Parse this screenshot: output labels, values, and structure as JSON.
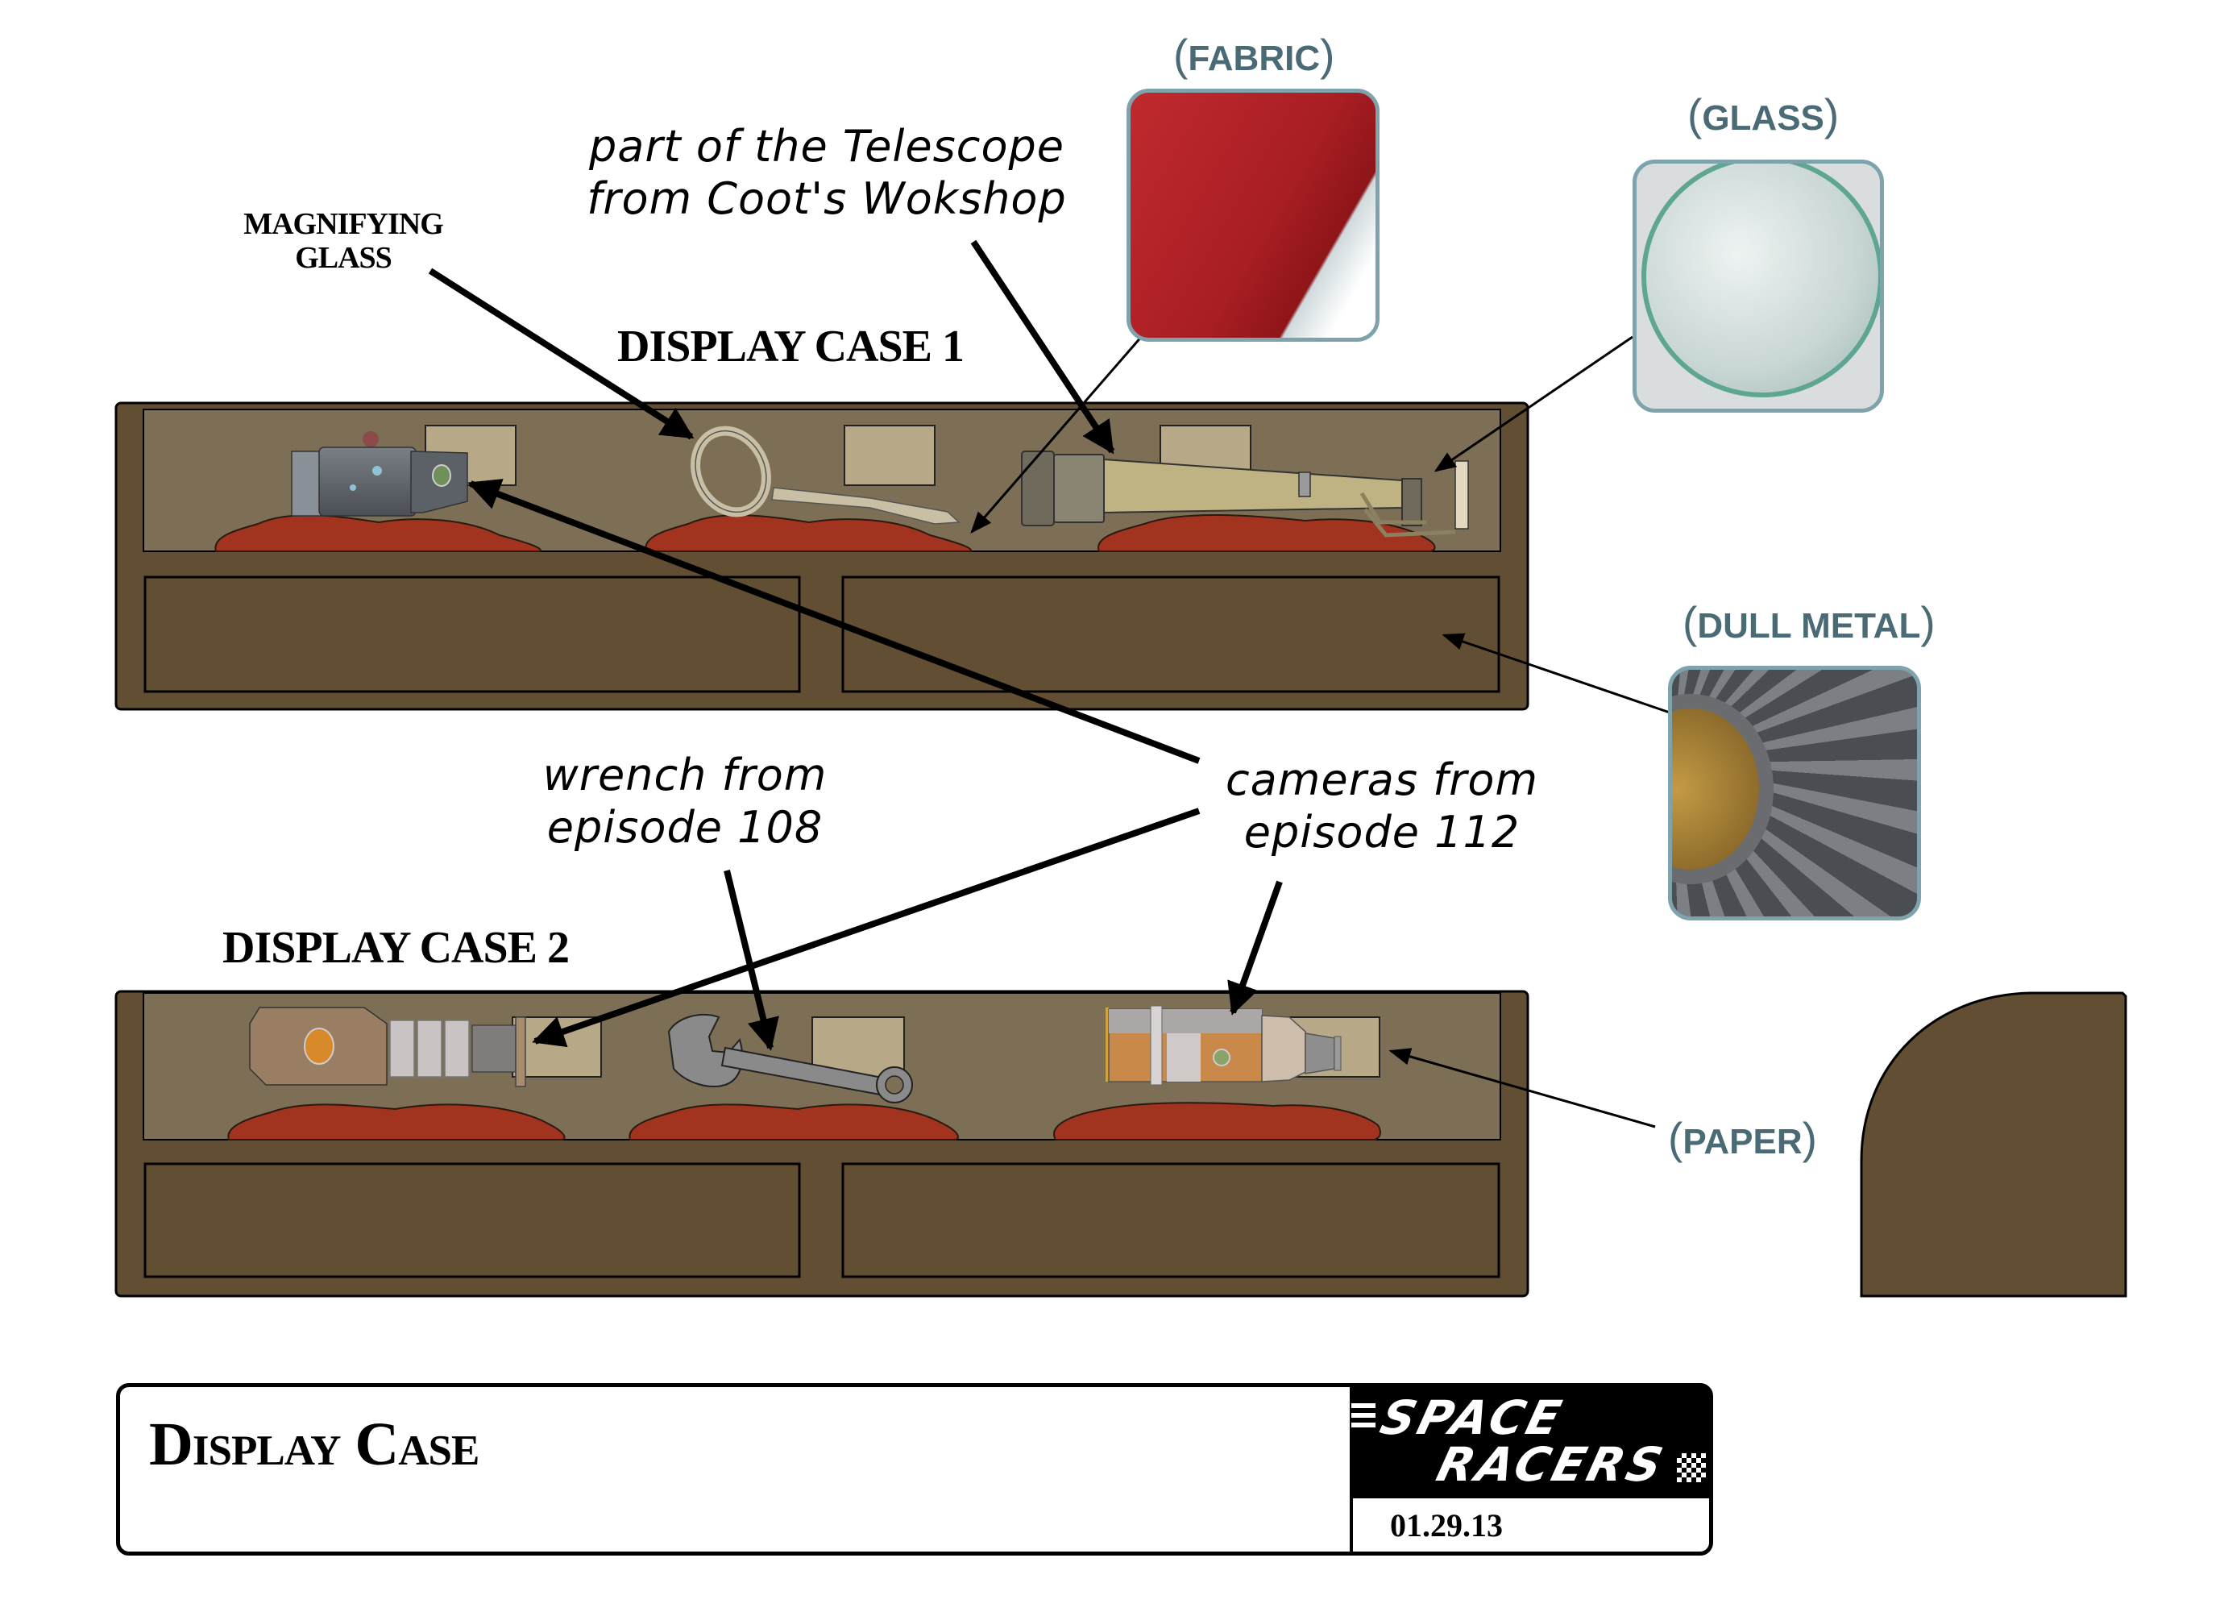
{
  "sheet": {
    "title": "Display Case",
    "date": "01.29.13",
    "logo": {
      "line1": "SPACE",
      "line2": "RACERS"
    }
  },
  "cases": [
    {
      "label": "DISPLAY CASE 1",
      "items": [
        "Camera",
        "Magnifying glass",
        "Telescope part"
      ]
    },
    {
      "label": "DISPLAY CASE 2",
      "items": [
        "Camera",
        "Wrench",
        "Camera"
      ]
    }
  ],
  "callouts": {
    "magnifying_glass": {
      "line1": "MAGNIFYING",
      "line2": "GLASS"
    },
    "telescope": {
      "line1": "part of the Telescope",
      "line2": "from Coot's Wokshop"
    },
    "wrench": {
      "line1": "wrench from",
      "line2": "episode 108"
    },
    "cameras": {
      "line1": "cameras from",
      "line2": "episode 112"
    }
  },
  "materials": {
    "fabric": {
      "label": "FABRIC",
      "color": "#b3242a"
    },
    "glass": {
      "label": "GLASS",
      "color": "#cfdcdc"
    },
    "dull_metal": {
      "label": "DULL METAL",
      "color": "#5c5f63"
    },
    "paper": {
      "label": "PAPER",
      "color": "#b7a887"
    }
  },
  "colors": {
    "case_frame": "#624f33",
    "case_interior": "#7d6f55",
    "cushion": "#a2331f",
    "paper_card": "#b7a887",
    "label_teal": "#4a6b75",
    "swatch_border": "#7fa3ad"
  }
}
